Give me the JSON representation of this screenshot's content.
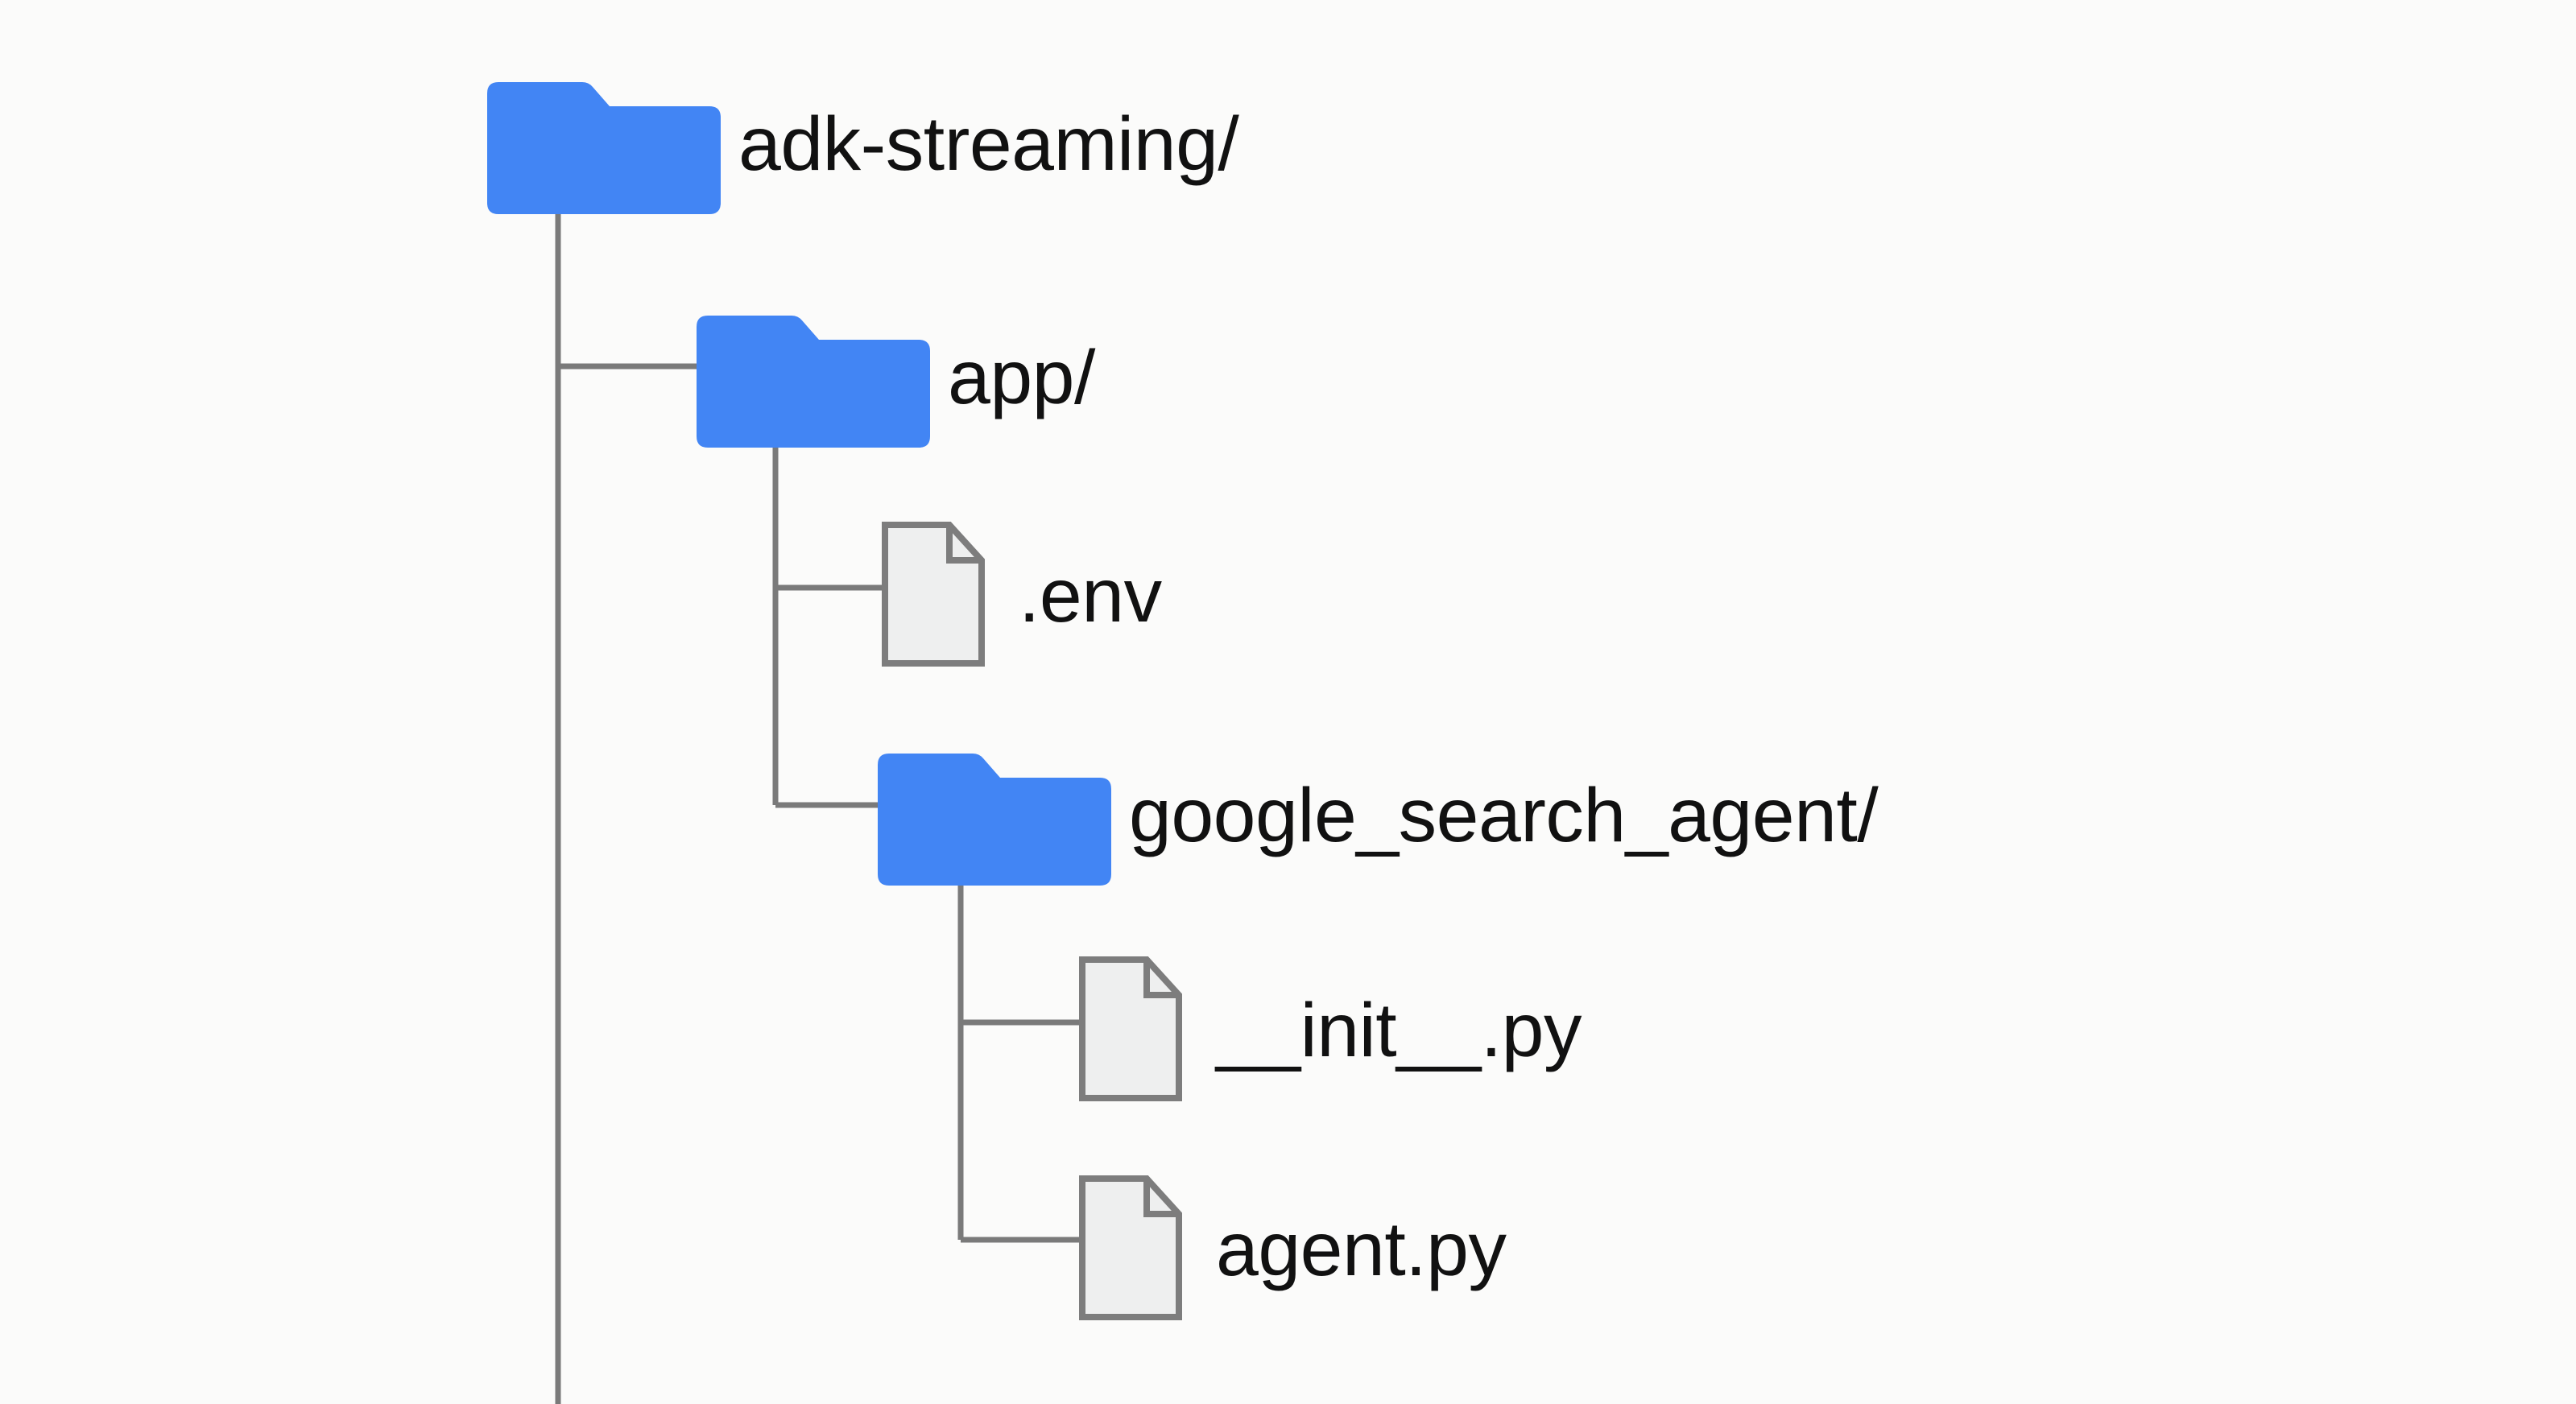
{
  "diagram": {
    "type": "file-tree",
    "title": "adk-streaming project directory structure",
    "background_color": "#fbfbfa",
    "folder_color": "#4285f4",
    "file_fill_color": "#eeefef",
    "file_border_color": "#7d7d7d",
    "connector_color": "#7a7a7a",
    "text_color": "#111111"
  },
  "tree": {
    "nodes": [
      {
        "id": "adk-streaming",
        "label": "adk-streaming/",
        "kind": "folder",
        "icon": "folder-icon",
        "depth": 0
      },
      {
        "id": "app",
        "label": "app/",
        "kind": "folder",
        "icon": "folder-icon",
        "depth": 1
      },
      {
        "id": "env",
        "label": ".env",
        "kind": "file",
        "icon": "file-icon",
        "depth": 2
      },
      {
        "id": "google_search_agent",
        "label": "google_search_agent/",
        "kind": "folder",
        "icon": "folder-icon",
        "depth": 2
      },
      {
        "id": "init_py",
        "label": "__init__.py",
        "kind": "file",
        "icon": "file-icon",
        "depth": 3
      },
      {
        "id": "agent_py",
        "label": "agent.py",
        "kind": "file",
        "icon": "file-icon",
        "depth": 3
      }
    ]
  }
}
